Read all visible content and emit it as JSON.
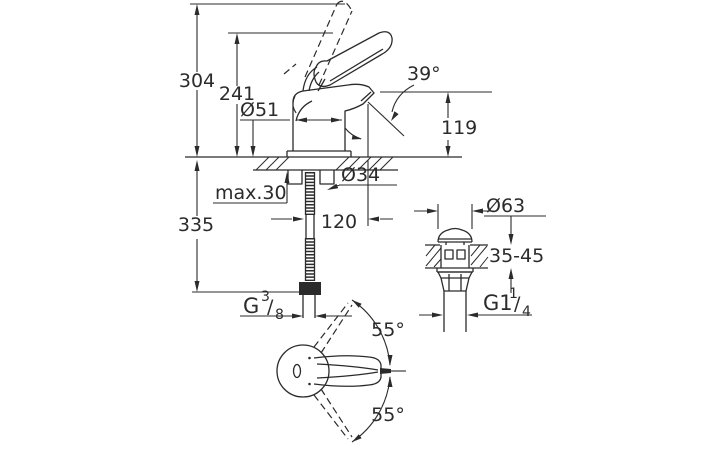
{
  "drawing_type": "faucet-installation-dimension-drawing",
  "colors": {
    "line_color": "#2b2b2b",
    "background_color": "#ffffff"
  },
  "labels": {
    "front": {
      "total_height": "304",
      "lever_height": "241",
      "body_diameter": "Ø51",
      "stream_angle": "39°",
      "outlet_height": "119",
      "shank_diameter": "Ø34",
      "max_deck_thickness": "max.30",
      "spout_projection": "120",
      "hose_length": "335",
      "supply_thread_base": "G",
      "supply_thread_num": "3",
      "supply_thread_slash": "/",
      "supply_thread_den": "8"
    },
    "drain": {
      "flange_diameter": "Ø63",
      "deck_thickness_range": "35-45",
      "waste_thread_base": "G1",
      "waste_thread_num": "1",
      "waste_thread_slash": "/",
      "waste_thread_den": "4"
    },
    "top": {
      "swivel_upper": "55°",
      "swivel_lower": "55°"
    }
  }
}
